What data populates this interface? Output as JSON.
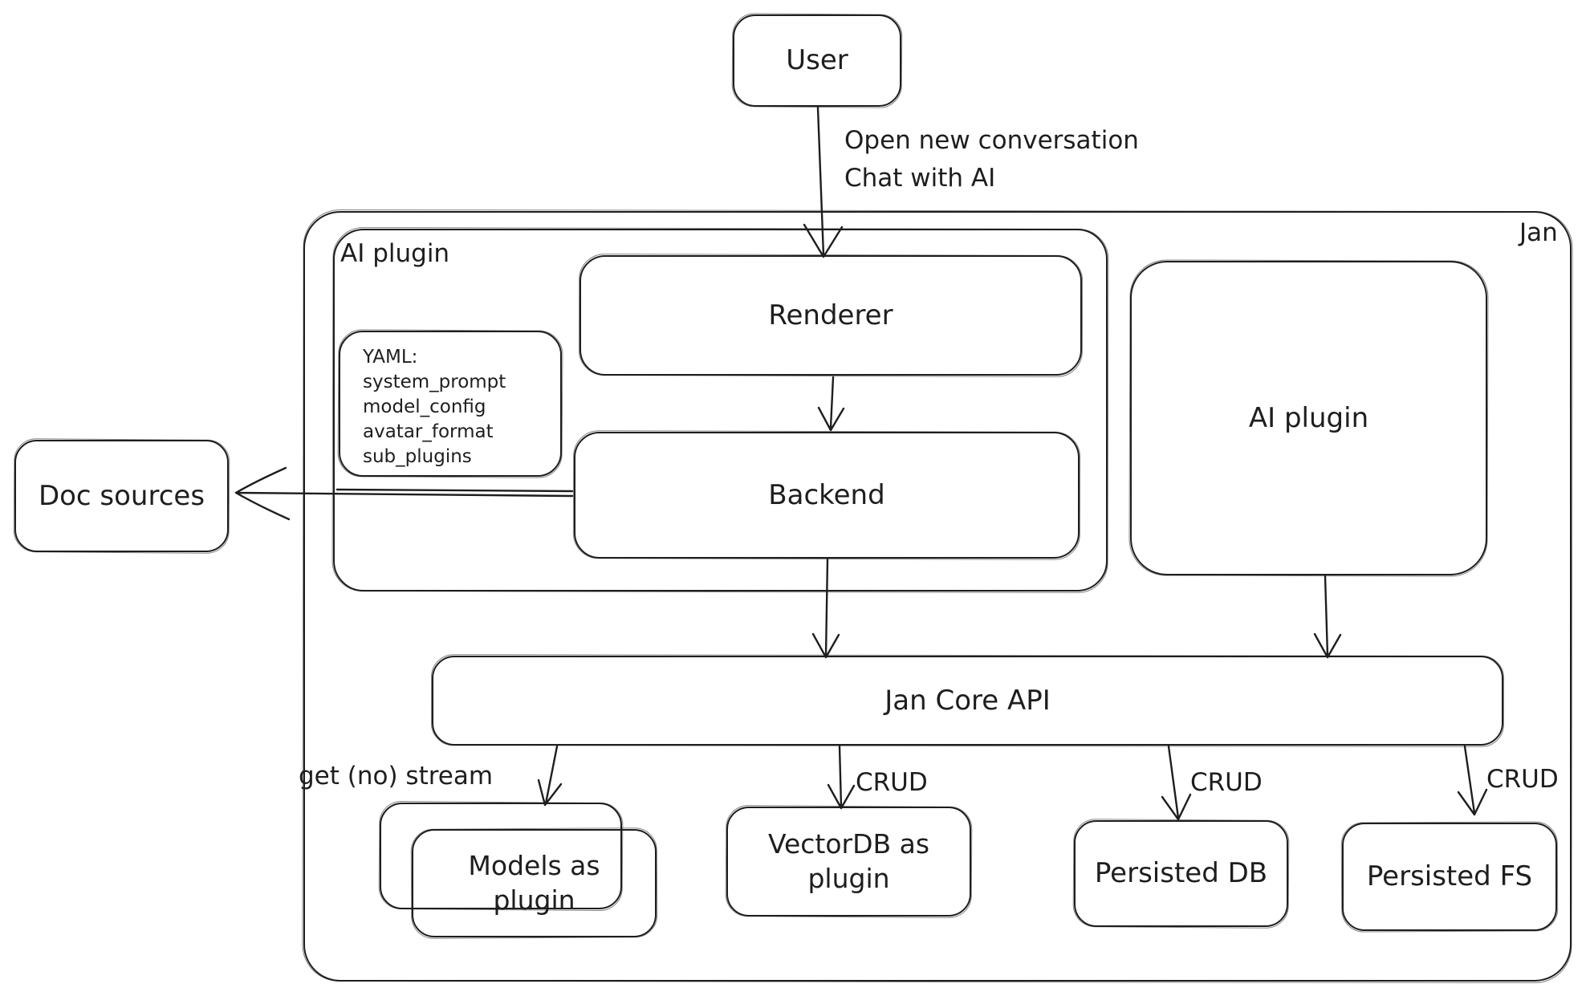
{
  "diagram": {
    "title_context": "Jan architecture sketch",
    "colors": {
      "stroke": "#1e1e1e",
      "background": "#ffffff"
    },
    "nodes": {
      "user": {
        "label": "User"
      },
      "jan_container": {
        "label": "Jan"
      },
      "ai_plugin_left": {
        "label": "AI plugin"
      },
      "renderer": {
        "label": "Renderer"
      },
      "backend": {
        "label": "Backend"
      },
      "yaml_note": {
        "lines": [
          "YAML:",
          "system_prompt",
          "model_config",
          "avatar_format",
          "sub_plugins"
        ]
      },
      "doc_sources": {
        "label": "Doc sources"
      },
      "ai_plugin_right": {
        "label": "AI plugin"
      },
      "jan_core_api": {
        "label": "Jan Core API"
      },
      "models_as_plugin": {
        "lines": [
          "Models as",
          "plugin"
        ]
      },
      "vectordb": {
        "lines": [
          "VectorDB as",
          "plugin"
        ]
      },
      "persisted_db": {
        "label": "Persisted DB"
      },
      "persisted_fs": {
        "label": "Persisted FS"
      }
    },
    "edges": {
      "user_flow": {
        "lines": [
          "Open new conversation",
          "Chat with AI"
        ]
      },
      "get_stream": {
        "label": "get (no) stream"
      },
      "crud_vectordb": {
        "label": "CRUD"
      },
      "crud_persisted_db": {
        "label": "CRUD"
      },
      "crud_persisted_fs": {
        "label": "CRUD"
      }
    }
  }
}
